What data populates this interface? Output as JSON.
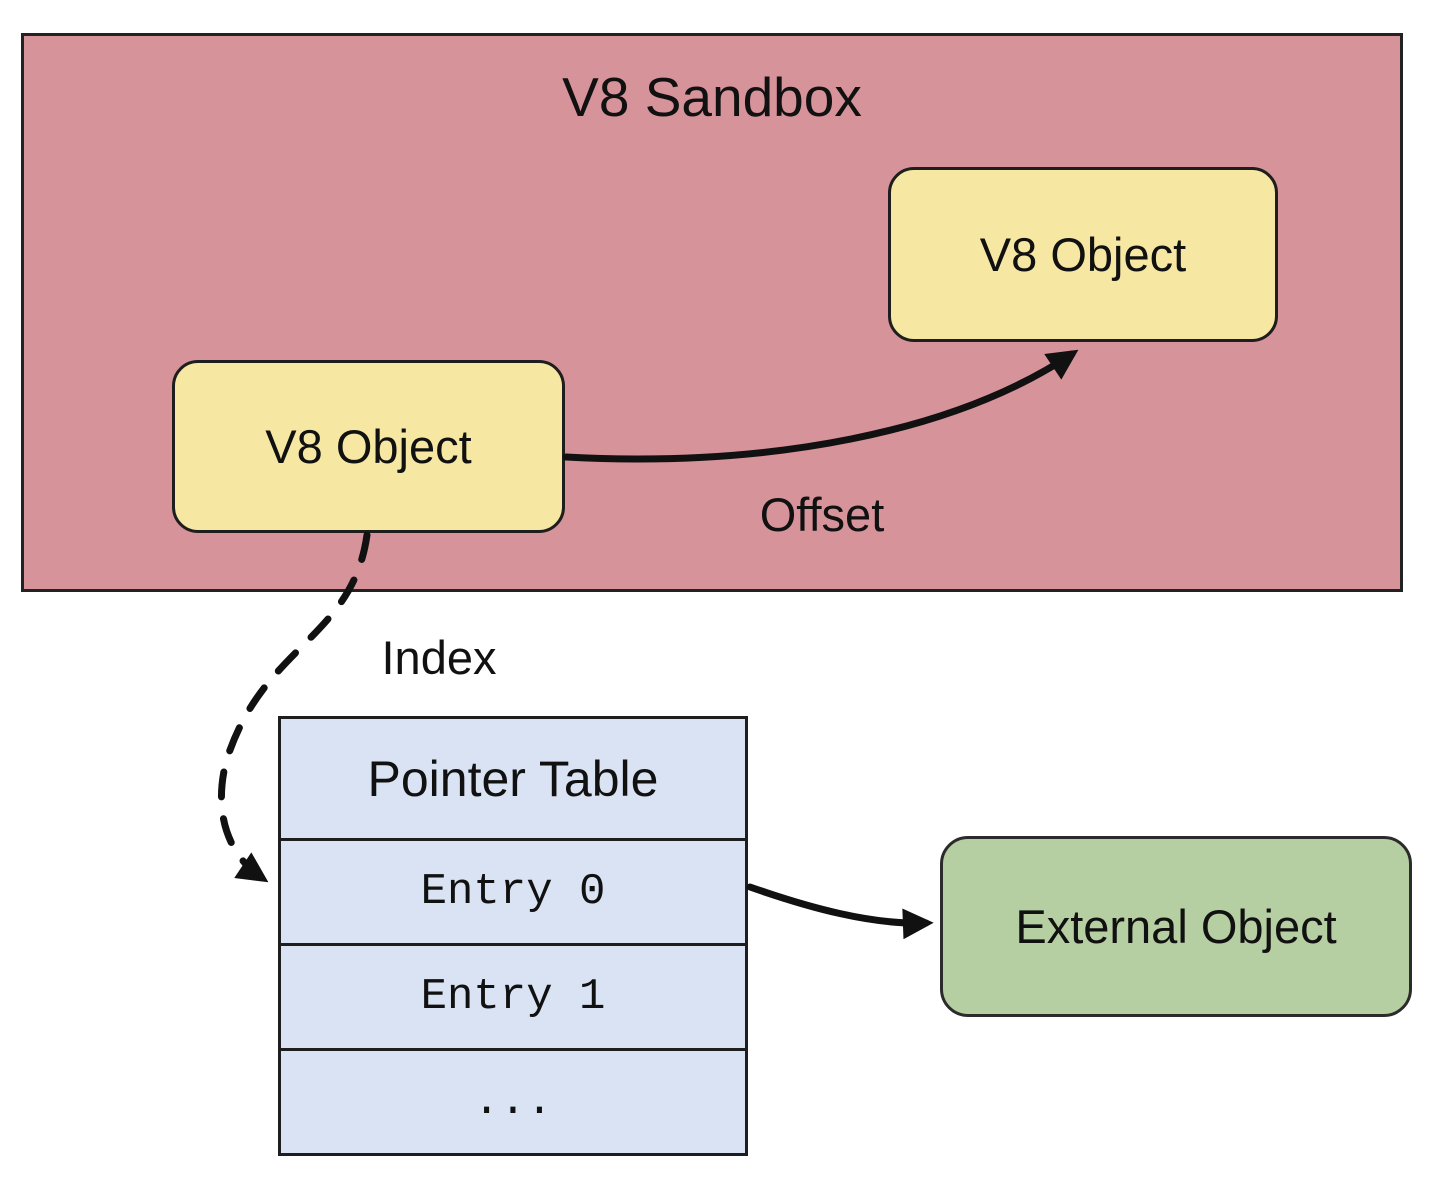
{
  "title": "V8 Sandbox",
  "nodes": {
    "v8_object_top": "V8 Object",
    "v8_object_left": "V8 Object",
    "external_object": "External Object"
  },
  "pointer_table": {
    "header": "Pointer Table",
    "rows": [
      "Entry 0",
      "Entry 1",
      "..."
    ]
  },
  "edge_labels": {
    "offset": "Offset",
    "index": "Index"
  },
  "colors": {
    "sandbox_fill": "#d69399",
    "object_fill": "#f6e8a2",
    "table_fill": "#d9e3f3",
    "external_fill": "#b6cfa2",
    "outline": "#1e1e1e",
    "arrow": "#111111",
    "text": "#111111",
    "background": "#ffffff"
  }
}
